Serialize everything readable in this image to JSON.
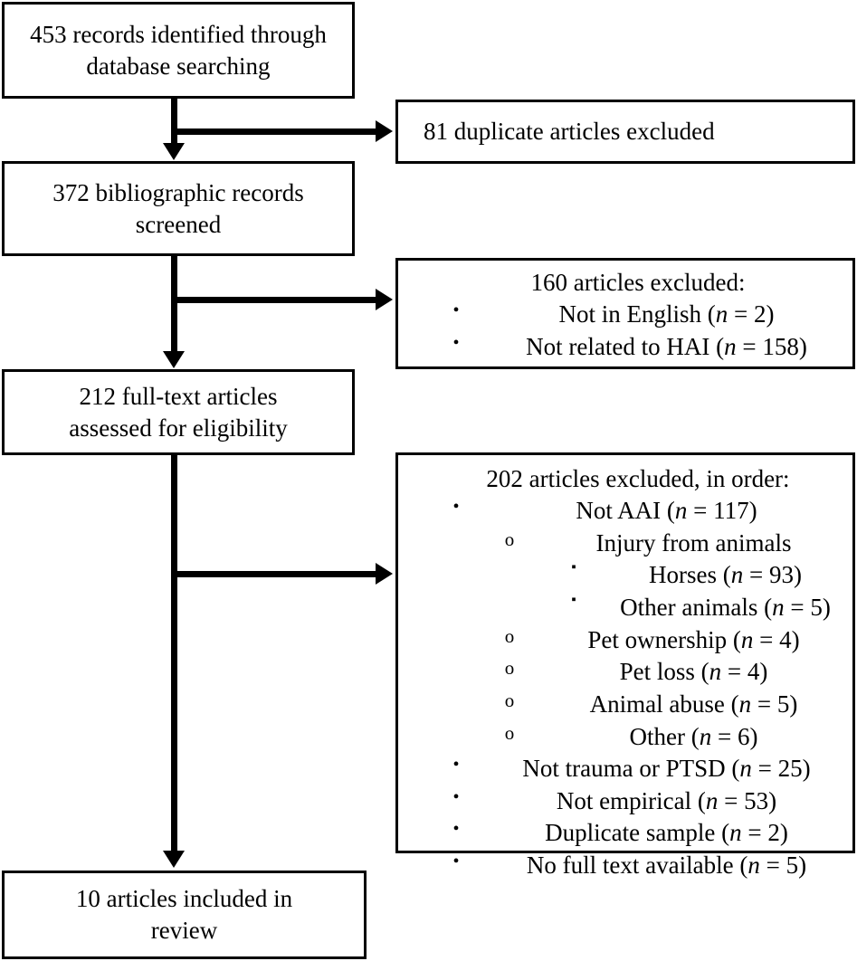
{
  "diagram": {
    "type": "prisma-flow-diagram",
    "title": "PRISMA study selection flow",
    "line_color": "#000000",
    "background": "#ffffff"
  },
  "flow": {
    "identified": "453 records identified through\ndatabase searching",
    "screened": "372 bibliographic records\nscreened",
    "fulltext": "212 full-text articles\nassessed for eligibility",
    "included": "10 articles included in\nreview"
  },
  "exclusions": {
    "duplicates": {
      "label": "81 duplicate articles excluded"
    },
    "screening": {
      "heading": "160 articles excluded:",
      "items": [
        {
          "level": 1,
          "marker": "•",
          "text": "Not in English (",
          "n": "n",
          "eq": " = 2)"
        },
        {
          "level": 1,
          "marker": "•",
          "text": "Not related to HAI (",
          "n": "n",
          "eq": " = 158)"
        }
      ]
    },
    "eligibility": {
      "heading": "202 articles excluded, in order:",
      "items": [
        {
          "level": 1,
          "marker": "•",
          "text": "Not AAI (",
          "n": "n",
          "eq": " = 117)"
        },
        {
          "level": 2,
          "marker": "o",
          "text": "Injury from animals",
          "n": "",
          "eq": ""
        },
        {
          "level": 3,
          "marker": "▪",
          "text": "Horses (",
          "n": "n",
          "eq": " = 93)"
        },
        {
          "level": 3,
          "marker": "▪",
          "text": "Other animals (",
          "n": "n",
          "eq": " = 5)"
        },
        {
          "level": 2,
          "marker": "o",
          "text": "Pet ownership (",
          "n": "n",
          "eq": " = 4)"
        },
        {
          "level": 2,
          "marker": "o",
          "text": "Pet loss (",
          "n": "n",
          "eq": " = 4)"
        },
        {
          "level": 2,
          "marker": "o",
          "text": "Animal abuse (",
          "n": "n",
          "eq": " = 5)"
        },
        {
          "level": 2,
          "marker": "o",
          "text": "Other (",
          "n": "n",
          "eq": " = 6)"
        },
        {
          "level": 1,
          "marker": "•",
          "text": "Not trauma or PTSD (",
          "n": "n",
          "eq": " = 25)"
        },
        {
          "level": 1,
          "marker": "•",
          "text": "Not empirical (",
          "n": "n",
          "eq": " = 53)"
        },
        {
          "level": 1,
          "marker": "•",
          "text": "Duplicate sample (",
          "n": "n",
          "eq": " = 2)"
        },
        {
          "level": 1,
          "marker": "•",
          "text": "No full text available (",
          "n": "n",
          "eq": " = 5)"
        }
      ]
    }
  },
  "counts": {
    "records_identified": 453,
    "duplicates_excluded": 81,
    "records_screened": 372,
    "screening_excluded": 160,
    "not_in_english": 2,
    "not_related_to_hai": 158,
    "fulltext_assessed": 212,
    "fulltext_excluded": 202,
    "not_aai": 117,
    "horses": 93,
    "other_animals": 5,
    "pet_ownership": 4,
    "pet_loss": 4,
    "animal_abuse": 5,
    "other": 6,
    "not_trauma_or_ptsd": 25,
    "not_empirical": 53,
    "duplicate_sample": 2,
    "no_full_text": 5,
    "included_in_review": 10
  }
}
